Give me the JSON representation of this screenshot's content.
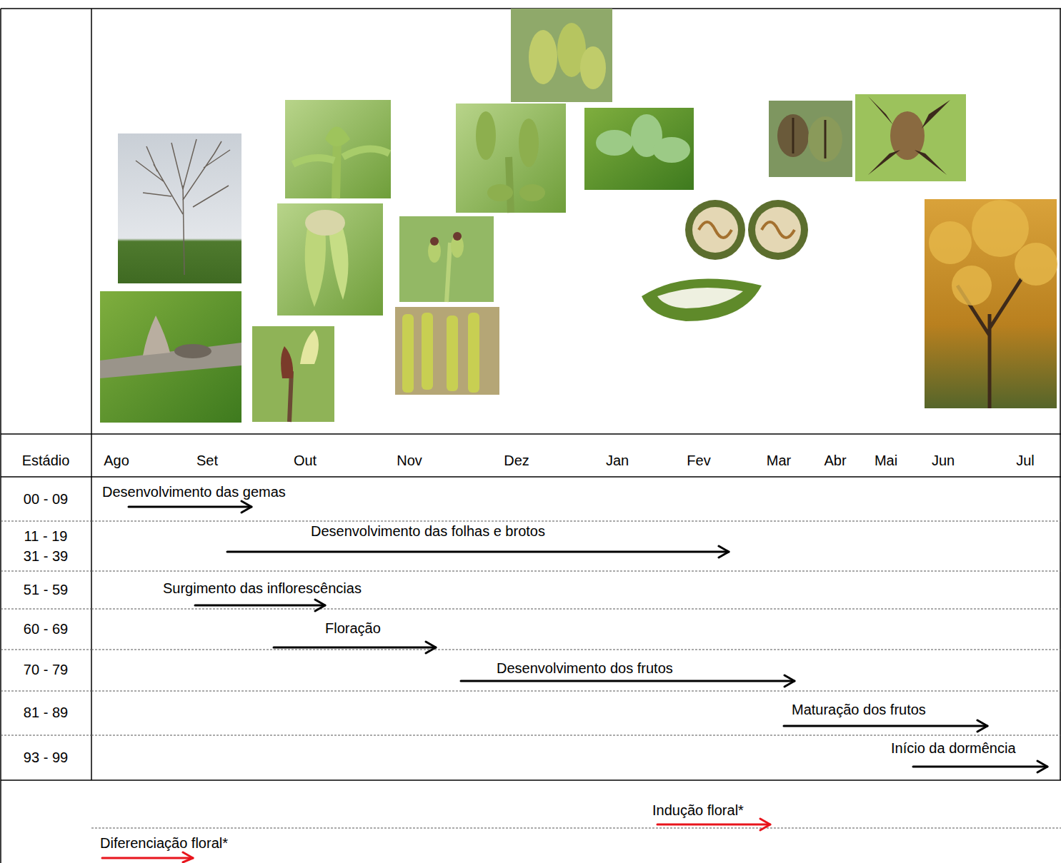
{
  "diagram": {
    "labels": [
      "Estádio",
      "Ago",
      "Set",
      "Out",
      "Nov",
      "Dez",
      "Jan",
      "Fev",
      "Mar",
      "Abr",
      "Mai",
      "Jun",
      "Jul",
      "00 - 09",
      "Desenvolvimento das gemas",
      "11 - 19",
      "31 - 39",
      "Desenvolvimento das folhas e brotos",
      "51 - 59",
      "Surgimento das inflorescências",
      "60 - 69",
      "Floração",
      "70 - 79",
      "Desenvolvimento dos frutos",
      "81 - 89",
      "Maturação dos frutos",
      "93 - 99",
      "Início da dormência",
      "Indução floral*",
      "Diferenciação floral*"
    ]
  }
}
